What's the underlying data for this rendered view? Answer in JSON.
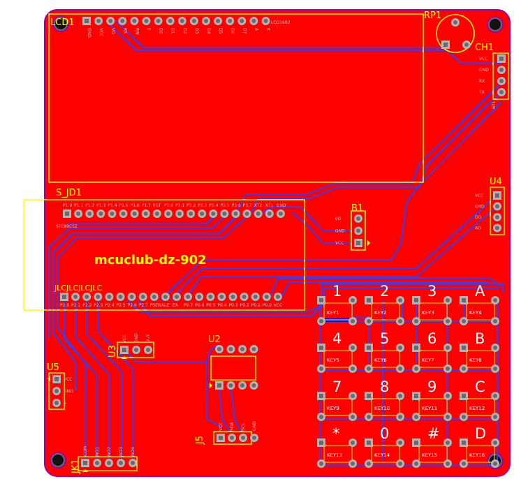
{
  "board": {
    "title": "mcuclub-dz-902",
    "colors": {
      "board": "#ff0000",
      "outline": "#a000a0",
      "silk": "#ffff00",
      "trace": "#3040ff",
      "pad": "#b4b4b4"
    }
  },
  "components": {
    "lcd": {
      "ref": "LCD1",
      "value": "LCD1602",
      "pins": [
        "GND",
        "VCC",
        "VO",
        "RS",
        "RW",
        "E",
        "D0",
        "D1",
        "D2",
        "D3",
        "D4",
        "D5",
        "D6",
        "D7",
        "A",
        "K"
      ]
    },
    "rp": {
      "ref": "RP1"
    },
    "ch": {
      "ref": "CH1",
      "value": "BT1",
      "pins": [
        "VCC",
        "GND",
        "RX",
        "TX"
      ]
    },
    "sjd": {
      "ref": "S_JD1",
      "top_value": "STC89C52",
      "top_pins": [
        "P1.0",
        "P1.1",
        "P1.2",
        "P1.3",
        "P1.4",
        "P1.5",
        "P1.6",
        "P1.7",
        "RST",
        "P3.0",
        "P3.1",
        "P3.2",
        "P3.3",
        "P3.4",
        "P3.5",
        "P3.6",
        "P3.7",
        "XT2",
        "XT1",
        "GND"
      ],
      "bottom_value": "JLCJLCJLCJLC",
      "bottom_pins": [
        "P2.0",
        "P2.1",
        "P2.2",
        "P2.3",
        "P2.4",
        "P2.5",
        "P2.6",
        "P2.7",
        "PSEN",
        "ALE",
        "EA",
        "P0.7",
        "P0.6",
        "P0.5",
        "P0.4",
        "P0.3",
        "P0.2",
        "P0.1",
        "P0.0",
        "VCC"
      ]
    },
    "b1": {
      "ref": "B1",
      "pins": [
        "I/O",
        "GND",
        "VCC"
      ]
    },
    "u4": {
      "ref": "U4",
      "pins": [
        "VCC",
        "GND",
        "DO",
        "AO"
      ]
    },
    "u3": {
      "ref": "U3",
      "pins": [
        "VCC",
        "GND",
        "OUT"
      ]
    },
    "u2": {
      "ref": "U2"
    },
    "u5": {
      "ref": "U5",
      "pins": [
        "VCC",
        "GND",
        "S"
      ]
    },
    "j5": {
      "ref": "J5",
      "pins": [
        "VCC",
        "SDA",
        "SCL",
        "GND"
      ]
    },
    "jk1": {
      "ref": "JK1",
      "pins": [
        "COM",
        "NO1",
        "NO2",
        "NO3",
        "NO4"
      ]
    }
  },
  "keypad": {
    "symbols": [
      "1",
      "2",
      "3",
      "A",
      "4",
      "5",
      "6",
      "B",
      "7",
      "8",
      "9",
      "C",
      "*",
      "0",
      "#",
      "D"
    ],
    "labels": [
      "KEY1",
      "KEY2",
      "KEY3",
      "KEY4",
      "KEY5",
      "KEY6",
      "KEY7",
      "KEY8",
      "KEY9",
      "KEY10",
      "KEY11",
      "KEY12",
      "KEY13",
      "KEY14",
      "KEY15",
      "KEY16"
    ]
  }
}
